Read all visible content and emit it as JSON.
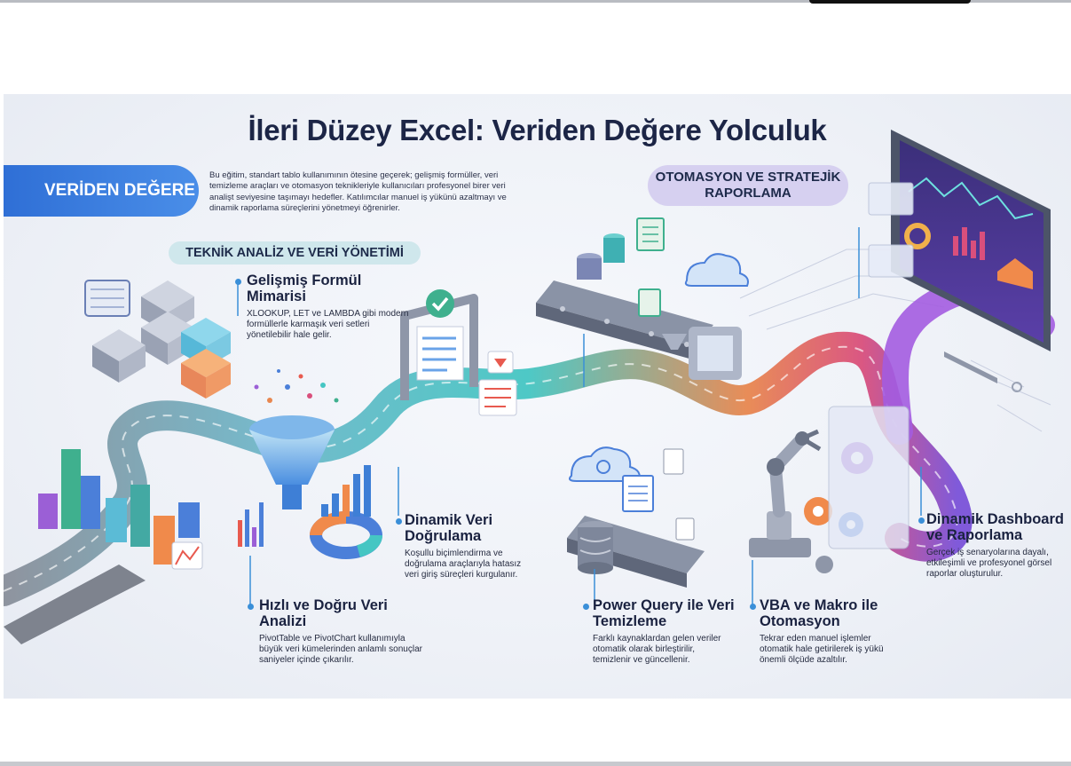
{
  "title": "İleri Düzey Excel: Veriden Değere Yolculuk",
  "ribbon": "VERİDEN DEĞERE",
  "intro": "Bu eğitim, standart tablo kullanımının ötesine geçerek; gelişmiş formüller, veri temizleme araçları ve otomasyon teknikleriyle kullanıcıları profesyonel birer veri analişt seviyesine taşımayı hedefler. Katılımcılar manuel iş yükünü azaltmayı ve dinamik raporlama süreçlerini yönetmeyi öğrenirler.",
  "pill_tech": "TEKNİK ANALİZ VE VERİ YÖNETİMİ",
  "pill_auto": "OTOMASYON VE STRATEJİK RAPORLAMA",
  "sections": [
    {
      "heading": "Gelişmiş Formül Mimarisi",
      "desc": "XLOOKUP, LET ve LAMBDA gibi modern formüllerle karmaşık veri setleri yönetilebilir hale gelir."
    },
    {
      "heading": "Dinamik Veri Doğrulama",
      "desc": "Koşullu biçimlendirma ve doğrulama araçlarıyla hatasız veri giriş süreçleri kurgulanır."
    },
    {
      "heading": "Hızlı ve Doğru Veri Analizi",
      "desc": "PivotTable ve PivotChart kullanımıyla büyük veri kümelerinden anlamlı sonuçlar saniyeler içinde çıkarılır."
    },
    {
      "heading": "Power Query ile Veri Temizleme",
      "desc": "Farklı kaynaklardan gelen veriler otomatik olarak birleştirilir, temizlenir ve güncellenir."
    },
    {
      "heading": "VBA ve Makro ile Otomasyon",
      "desc": "Tekrar eden manuel işlemler otomatik hale getirilerek iş yükü önemli ölçüde azaltılır."
    },
    {
      "heading": "Dinamik Dashboard ve Raporlama",
      "desc": "Gerçek iş senaryolarına dayalı, etkileşimli ve profesyonel görsel raporlar oluşturulur."
    }
  ],
  "colors": {
    "ribbon": "#2f6fd6",
    "pill_tech": "#cfe7ec",
    "pill_auto": "#d6d0f0",
    "path_start": "#8a8f9a",
    "path_mid": "#48c2c4",
    "path_end": "#7a52d8",
    "title": "#1c2546"
  },
  "icons": [
    "database-icon",
    "funnel-icon",
    "check-gate-icon",
    "conveyor-icon",
    "cloud-icon",
    "robot-arm-icon",
    "gear-icon",
    "monitor-dashboard-icon",
    "bar-chart-icon",
    "donut-chart-icon"
  ]
}
